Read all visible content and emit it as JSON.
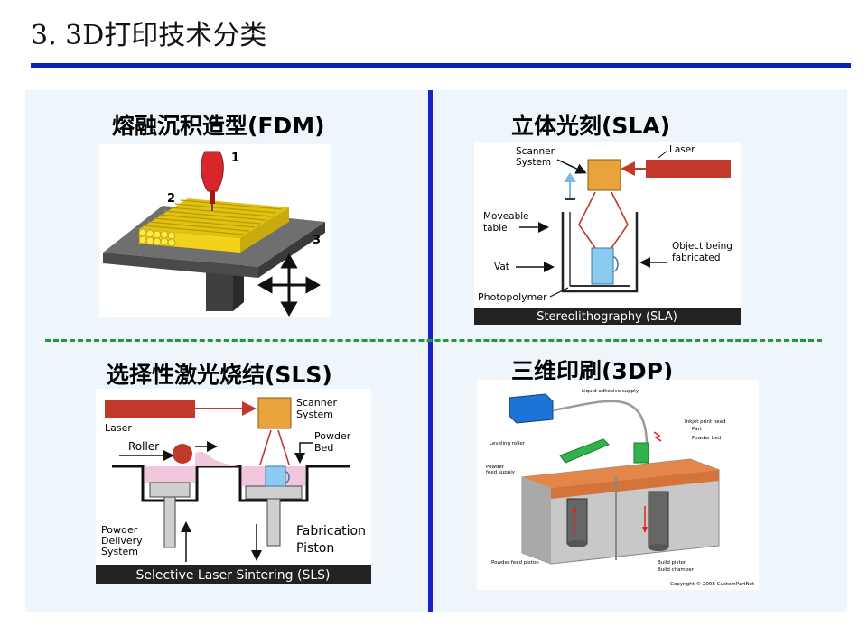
{
  "slide": {
    "title": "3. 3D打印技术分类"
  },
  "fdm": {
    "title": "熔融沉积造型(FDM)",
    "labels": [
      "1",
      "2",
      "3"
    ]
  },
  "sla": {
    "title": "立体光刻(SLA)",
    "labels": {
      "scanner": [
        "Scanner",
        "System"
      ],
      "laser": "Laser",
      "table": [
        "Moveable",
        "table"
      ],
      "vat": "Vat",
      "object": [
        "Object being",
        "fabricated"
      ],
      "photopolymer": "Photopolymer"
    },
    "caption": "Stereolithography (SLA)"
  },
  "sls": {
    "title": "选择性激光烧结(SLS)",
    "labels": {
      "laser": "Laser",
      "scanner": [
        "Scanner",
        "System"
      ],
      "roller": "Roller",
      "powder_bed": [
        "Powder",
        "Bed"
      ],
      "delivery": [
        "Powder",
        "Delivery",
        "System"
      ],
      "piston": [
        "Fabrication",
        "Piston"
      ]
    },
    "caption": "Selective Laser Sintering (SLS)"
  },
  "tdp": {
    "title": "三维印刷(3DP)",
    "labels": {
      "supply": "Liquid adhesive supply",
      "head": "Inkjet print head",
      "part": "Part",
      "bed": "Powder bed",
      "roller": "Leveling roller",
      "feed": [
        "Powder",
        "feed supply"
      ],
      "feed_piston": "Powder feed piston",
      "build_piston": "Build piston",
      "chamber": "Build chamber",
      "copyright": "Copyright © 2008 CustomPartNet"
    }
  },
  "colors": {
    "accent_blue": "#0a1fb3",
    "divider_blue": "#1c22c8",
    "dashed_green": "#1f9a3c",
    "panel_bg": "#eef5fb",
    "laser_red": "#c0392b",
    "scanner_orange": "#e8a33d",
    "filament_yellow": "#f2d21b",
    "powder_orange": "#e3864a",
    "green_part": "#2fb34a"
  }
}
